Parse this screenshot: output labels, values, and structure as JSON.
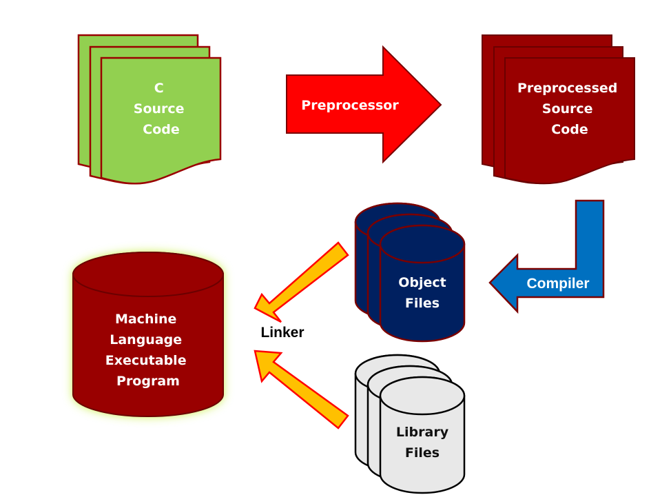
{
  "diagram": {
    "title": "C compilation process",
    "nodes": {
      "c_source": {
        "lines": [
          "C",
          "Source",
          "Code"
        ],
        "shape": "multi-document",
        "fill": "#92d050",
        "stroke": "#990000",
        "text_color": "#ffffff"
      },
      "preprocessed": {
        "lines": [
          "Preprocessed",
          "Source",
          "Code"
        ],
        "shape": "multi-document",
        "fill": "#990000",
        "stroke": "#6b0000",
        "text_color": "#ffffff"
      },
      "object_files": {
        "lines": [
          "Object",
          "Files"
        ],
        "shape": "stacked-cylinders",
        "fill": "#002060",
        "stroke": "#7a0000",
        "text_color": "#ffffff"
      },
      "library_files": {
        "lines": [
          "Library",
          "Files"
        ],
        "shape": "stacked-cylinders",
        "fill": "#e8e8e8",
        "stroke": "#000000",
        "text_color": "#111111"
      },
      "executable": {
        "lines": [
          "Machine",
          "Language",
          "Executable",
          "Program"
        ],
        "shape": "cylinder-glow",
        "fill": "#990000",
        "stroke": "#6b0000",
        "glow": "#c6ef3c",
        "text_color": "#ffffff"
      }
    },
    "edges": {
      "preprocessor": {
        "label": "Preprocessor",
        "from": "C Source Code",
        "to": "Preprocessed Source Code",
        "fill": "#ff0000",
        "stroke": "#7a0000",
        "text_color": "#ffffff"
      },
      "compiler": {
        "label": "Compiler",
        "from": "Preprocessed Source Code",
        "to": "Object Files",
        "fill": "#0070c0",
        "stroke": "#7a0000",
        "text_color": "#ffffff"
      },
      "linker": {
        "label": "Linker",
        "from": [
          "Object Files",
          "Library Files"
        ],
        "to": "Machine Language Executable Program",
        "fill": "#ffc000",
        "stroke": "#ff0000",
        "text_color": "#000000"
      }
    }
  }
}
